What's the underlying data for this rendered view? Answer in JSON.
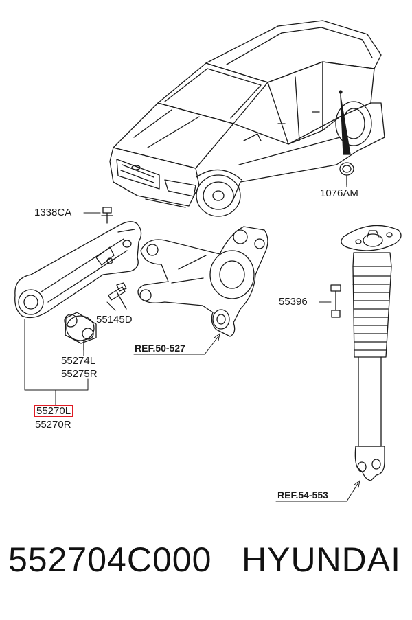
{
  "labels": {
    "grommet": "1076AM",
    "bolt_top": "1338CA",
    "bolt_mid": "55145D",
    "bushing_a": "55274L",
    "bushing_b": "55275R",
    "arm_l": "55270L",
    "arm_r": "55270R",
    "shock_bolt": "55396",
    "ref_knuckle": "REF.50-527",
    "ref_shock": "REF.54-553"
  },
  "footer": {
    "part_number": "552704C000",
    "brand": "HYUNDAI"
  },
  "colors": {
    "line": "#1a1a1a",
    "highlight": "#e01b24",
    "background": "#ffffff"
  }
}
